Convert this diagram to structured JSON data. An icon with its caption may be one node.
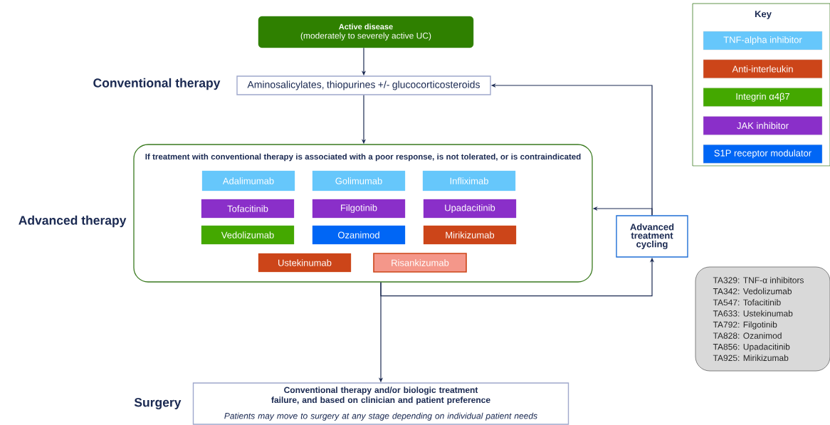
{
  "diagram": {
    "nodes": [
      {
        "text": [
          "Active disease",
          "(moderately to severely active UC)"
        ]
      },
      {
        "text": [
          "Aminosalicylates, thiopurines +/- glucocorticosteroids"
        ]
      },
      {
        "text": [
          "If treatment with conventional therapy is associated with a poor response, is not tolerated, or is contraindicated"
        ]
      },
      {
        "text": [
          "Adalimumab"
        ],
        "in": 2
      },
      {
        "text": [
          "Golimumab"
        ],
        "in": 2
      },
      {
        "text": [
          "Infliximab"
        ],
        "in": 2
      },
      {
        "text": [
          "Tofacitinib"
        ],
        "in": 2
      },
      {
        "text": [
          "Filgotinib"
        ],
        "in": 2
      },
      {
        "text": [
          "Upadacitinib"
        ],
        "in": 2
      },
      {
        "text": [
          "Vedolizumab"
        ],
        "in": 2
      },
      {
        "text": [
          "Ozanimod"
        ],
        "in": 2
      },
      {
        "text": [
          "Mirikizumab"
        ],
        "in": 2
      },
      {
        "text": [
          "Ustekinumab"
        ],
        "in": 2
      },
      {
        "text": [
          "Risankizumab"
        ],
        "in": 2
      },
      {
        "text": [
          "Advanced treatment cycling"
        ]
      },
      {
        "text": [
          "Conventional therapy and/or biologic treatment failure, and based on clinician and patient preference",
          "Patients may move to surgery at any stage depending on individual patient needs"
        ]
      },
      {
        "text": [
          "TA329: TNF-α inhibitors",
          "TA342: Vedolizumab",
          "TA547: Tofacitinib",
          "TA633: Ustekinumab",
          "TA792: Filgotinib",
          "TA828: Ozanimod",
          "TA856: Upadacitinib",
          "TA925: Mirikizumab"
        ]
      }
    ],
    "edges": [
      {
        "from": 0,
        "to": 1,
        "arrow": "to"
      },
      {
        "from": 1,
        "to": 2,
        "arrow": "to"
      },
      {
        "from": 2,
        "to": 15,
        "arrow": "to"
      },
      {
        "from": 2,
        "to": 14,
        "arrow": "to"
      },
      {
        "from": 14,
        "to": 2,
        "arrow": "to"
      },
      {
        "from": 14,
        "to": 1,
        "arrow": "to"
      }
    ],
    "labels": [
      "Key",
      "Conventional therapy",
      "Advanced therapy",
      "Surgery"
    ],
    "legend": [
      {
        "text": "TNF-alpha inhibitor",
        "color": "#66c7fb"
      },
      {
        "text": "Anti-interleukin",
        "color": "#cc4519"
      },
      {
        "text": "Integrin α4β7",
        "color": "#44a800"
      },
      {
        "text": "JAK inhibitor",
        "color": "#8a2fc9"
      },
      {
        "text": "S1P receptor modulator",
        "color": "#0066f5"
      }
    ]
  }
}
